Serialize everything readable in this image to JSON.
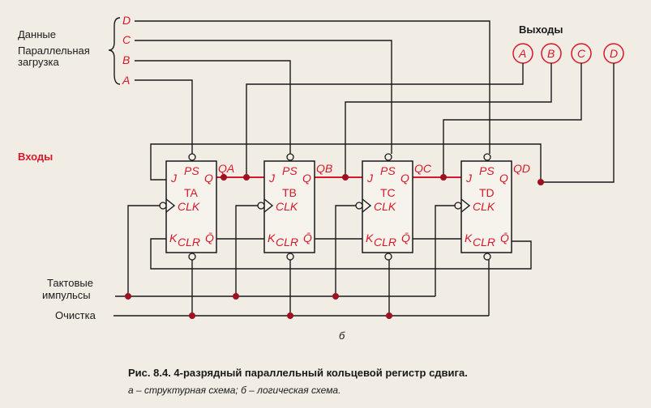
{
  "labels": {
    "data": "Данные",
    "parallel_load_1": "Параллельная",
    "parallel_load_2": "загрузка",
    "outputs": "Выходы",
    "inputs": "Входы",
    "clock_1": "Тактовые",
    "clock_2": "импульсы",
    "clear": "Очистка",
    "subfig": "б"
  },
  "data_lines": [
    "D",
    "C",
    "B",
    "A"
  ],
  "output_circles": [
    "A",
    "B",
    "C",
    "D"
  ],
  "flipflops": [
    {
      "name": "TA",
      "q": "QA"
    },
    {
      "name": "TB",
      "q": "QB"
    },
    {
      "name": "TC",
      "q": "QC"
    },
    {
      "name": "TD",
      "q": "QD"
    }
  ],
  "pins": {
    "j": "J",
    "k": "K",
    "ps": "PS",
    "q": "Q",
    "clk": "CLK",
    "clr": "CLR",
    "qbar": "Q̄"
  },
  "caption": {
    "title": "Рис. 8.4. 4-разрядный параллельный кольцевой регистр сдвига.",
    "sub": "а – структурная схема; б – логическая схема."
  }
}
